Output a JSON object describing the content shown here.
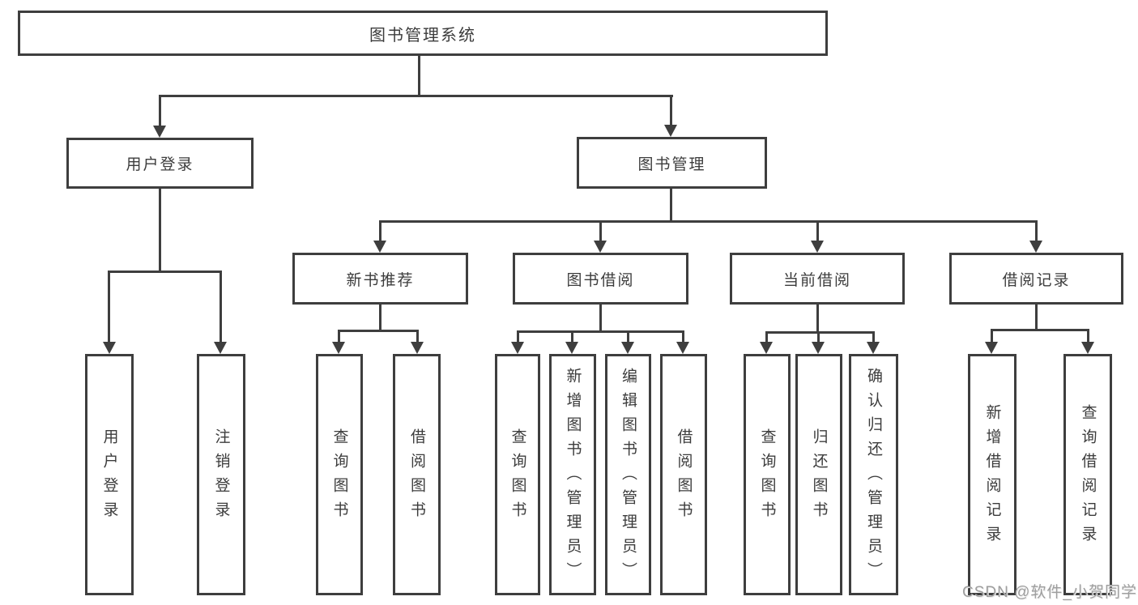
{
  "diagram": {
    "root": {
      "label": "图书管理系统"
    },
    "level2": [
      {
        "label": "用户登录"
      },
      {
        "label": "图书管理"
      }
    ],
    "level3": [
      {
        "label": "新书推荐"
      },
      {
        "label": "图书借阅"
      },
      {
        "label": "当前借阅"
      },
      {
        "label": "借阅记录"
      }
    ],
    "leaves": [
      {
        "label": "用户登录"
      },
      {
        "label": "注销登录"
      },
      {
        "label": "查询图书"
      },
      {
        "label": "借阅图书"
      },
      {
        "label": "查询图书"
      },
      {
        "label": "新增图书（管理员）"
      },
      {
        "label": "编辑图书（管理员）"
      },
      {
        "label": "借阅图书"
      },
      {
        "label": "查询图书"
      },
      {
        "label": "归还图书"
      },
      {
        "label": "确认归还（管理员）"
      },
      {
        "label": "新增借阅记录"
      },
      {
        "label": "查询借阅记录"
      }
    ]
  },
  "watermark": {
    "text": "CSDN @软件_小贺同学"
  },
  "colors": {
    "line_color": "#3e3e3e",
    "text_color": "#3c3c3c",
    "bg_color": "#ffffff",
    "watermark_color": "#9e9e9e"
  }
}
